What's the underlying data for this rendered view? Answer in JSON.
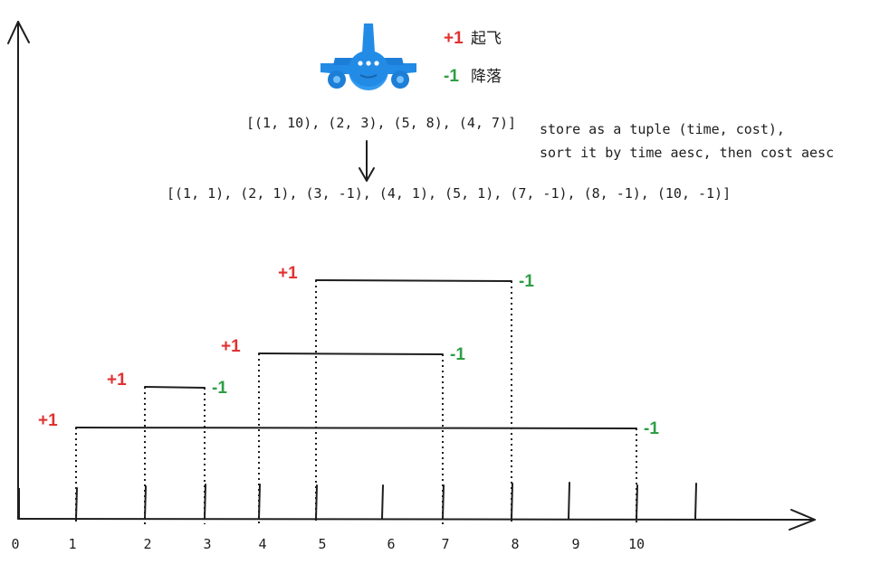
{
  "legend": {
    "takeoff_sign": "+1",
    "takeoff_label": "起飞",
    "landing_sign": "-1",
    "landing_label": "降落",
    "plane_icon": "airplane-icon",
    "plane_color": "#228be6",
    "plus_color": "#e03131",
    "minus_color": "#2f9e44"
  },
  "input_list": "[(1, 10), (2, 3), (5, 8), (4, 7)]",
  "note_lines": [
    "store as a tuple (time, cost),",
    "sort it by time aesc, then cost aesc"
  ],
  "sorted_list": "[(1, 1), (2, 1), (3, -1), (4, 1), (5, 1), (7, -1), (8, -1), (10, -1)]",
  "axis": {
    "ticks": [
      "0",
      "1",
      "2",
      "3",
      "4",
      "5",
      "6",
      "7",
      "8",
      "9",
      "10"
    ]
  },
  "intervals": [
    {
      "start": 1,
      "end": 10,
      "start_label": "+1",
      "end_label": "-1"
    },
    {
      "start": 2,
      "end": 3,
      "start_label": "+1",
      "end_label": "-1"
    },
    {
      "start": 4,
      "end": 7,
      "start_label": "+1",
      "end_label": "-1"
    },
    {
      "start": 5,
      "end": 8,
      "start_label": "+1",
      "end_label": "-1"
    }
  ]
}
